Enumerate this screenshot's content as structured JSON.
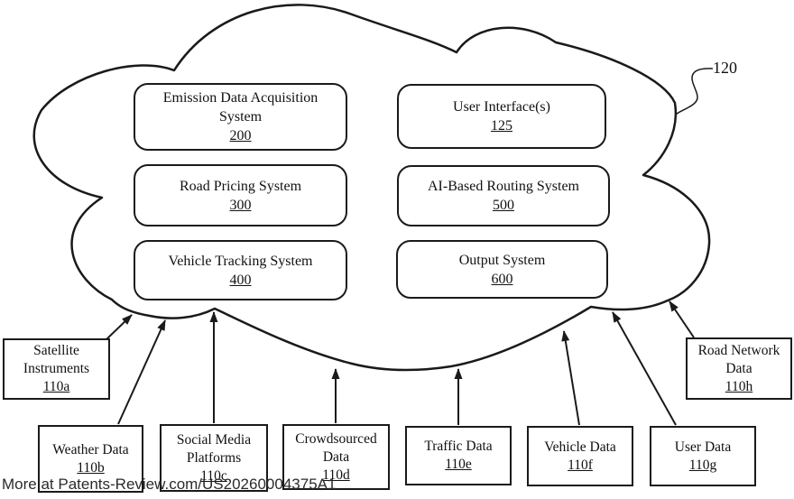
{
  "diagram": {
    "reference_label": "120",
    "watermark": "More at Patents-Review.com/US20260004375A1",
    "cloud_systems": [
      {
        "title": "Emission Data Acquisition System",
        "number": "200"
      },
      {
        "title": "User Interface(s)",
        "number": "125"
      },
      {
        "title": "Road Pricing System",
        "number": "300"
      },
      {
        "title": "AI-Based Routing System",
        "number": "500"
      },
      {
        "title": "Vehicle Tracking System",
        "number": "400"
      },
      {
        "title": "Output System",
        "number": "600"
      }
    ],
    "data_sources": [
      {
        "title": "Satellite Instruments",
        "number": "110a"
      },
      {
        "title": "Weather Data",
        "number": "110b"
      },
      {
        "title": "Social Media Platforms",
        "number": "110c"
      },
      {
        "title": "Crowdsourced Data",
        "number": "110d"
      },
      {
        "title": "Traffic Data",
        "number": "110e"
      },
      {
        "title": "Vehicle Data",
        "number": "110f"
      },
      {
        "title": "User Data",
        "number": "110g"
      },
      {
        "title": "Road Network Data",
        "number": "110h"
      }
    ],
    "colors": {
      "line": "#1a1a1a",
      "background": "#ffffff",
      "text": "#111111"
    }
  }
}
